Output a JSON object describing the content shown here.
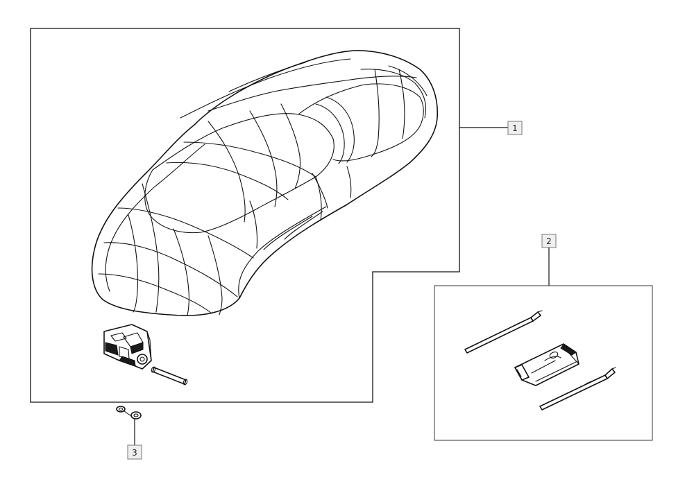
{
  "callouts": {
    "c1": "1",
    "c2": "2",
    "c3": "3"
  },
  "parts": {
    "seat": "seat-drawing",
    "lock": "seat-lock",
    "pin": "lock-pin",
    "toolkit": "tool-kit",
    "washers": "washers"
  }
}
